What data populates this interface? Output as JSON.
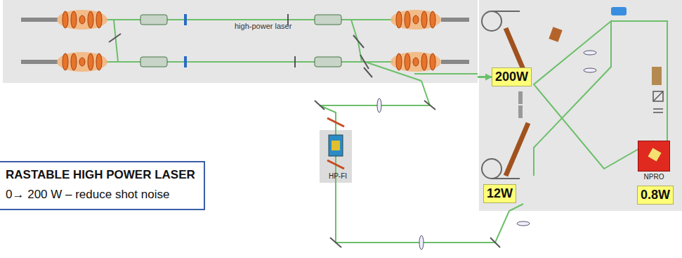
{
  "diagram": {
    "nodes": [
      {
        "text": [
          "high-power laser"
        ]
      },
      {
        "text": [
          "200W"
        ]
      },
      {
        "text": [
          "12W"
        ]
      },
      {
        "text": [
          "0.8W"
        ]
      },
      {
        "text": [
          "NPRO"
        ]
      },
      {
        "text": [
          "HP-FI"
        ]
      },
      {
        "text": [
          "RASTABLE HIGH POWER LASER",
          "0→ 200 W – reduce shot noise"
        ]
      }
    ],
    "edges": [
      {
        "from": 0,
        "to": 1,
        "arrow": "to"
      }
    ]
  }
}
